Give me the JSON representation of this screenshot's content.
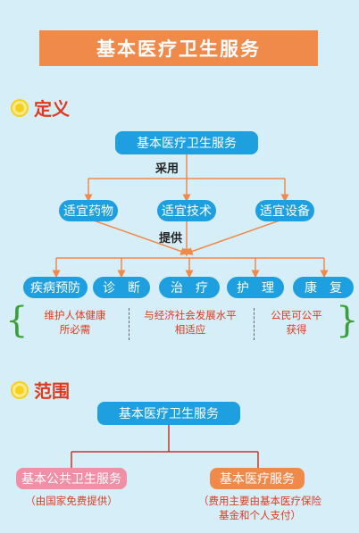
{
  "title": "基本医疗卫生服务",
  "definition": {
    "heading": "定义",
    "root": "基本医疗卫生服务",
    "adopt_label": "采用",
    "means": [
      "适宜药物",
      "适宜技术",
      "适宜设备"
    ],
    "provide_label": "提供",
    "services": [
      "疾病预防",
      "诊　断",
      "治　疗",
      "护　理",
      "康　复"
    ],
    "desc_1": "维护人体健康\n所必需",
    "desc_2": "与经济社会发展水平\n相适应",
    "desc_3": "公民可公平\n获得"
  },
  "scope": {
    "heading": "范围",
    "root": "基本医疗卫生服务",
    "public": {
      "label": "基本公共卫生服务",
      "note": "（由国家免费提供）"
    },
    "medical": {
      "label": "基本医疗服务",
      "note": "（费用主要由基本医疗保险\n基金和个人支付）"
    }
  },
  "colors": {
    "background": "#d6eef8",
    "node_blue": "#1d9fe0",
    "accent_orange": "#f08a4b",
    "pink": "#f08fa6",
    "text_red": "#e03a1e",
    "bracket_green": "#3a9e3a"
  }
}
